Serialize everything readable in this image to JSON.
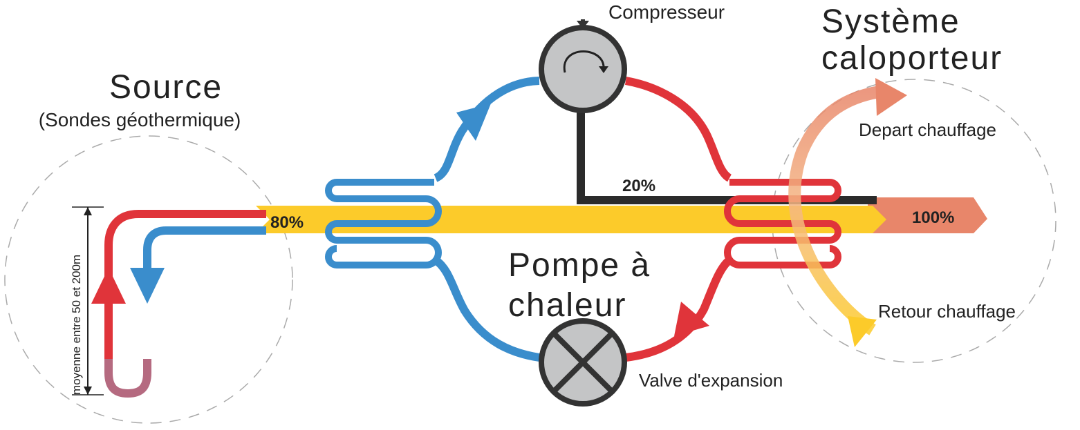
{
  "labels": {
    "source_title": "Source",
    "source_subtitle": "(Sondes géothermique)",
    "compressor": "Compresseur",
    "system_line1": "Système",
    "system_line2": "caloporteur",
    "depart": "Depart chauffage",
    "retour": "Retour chauffage",
    "pump_line1": "Pompe à",
    "pump_line2": "chaleur",
    "valve": "Valve d'expansion",
    "depth": "moyenne entre 50 et 200m"
  },
  "flows": {
    "source_pct": "80%",
    "compressor_pct": "20%",
    "output_pct": "100%"
  },
  "colors": {
    "hot": "#e0343a",
    "cold": "#3a8dcc",
    "energy": "#fccb2a",
    "output": "#e8866a",
    "work": "#2b2b2b",
    "component": "#c4c5c6",
    "outline": "#333333"
  }
}
